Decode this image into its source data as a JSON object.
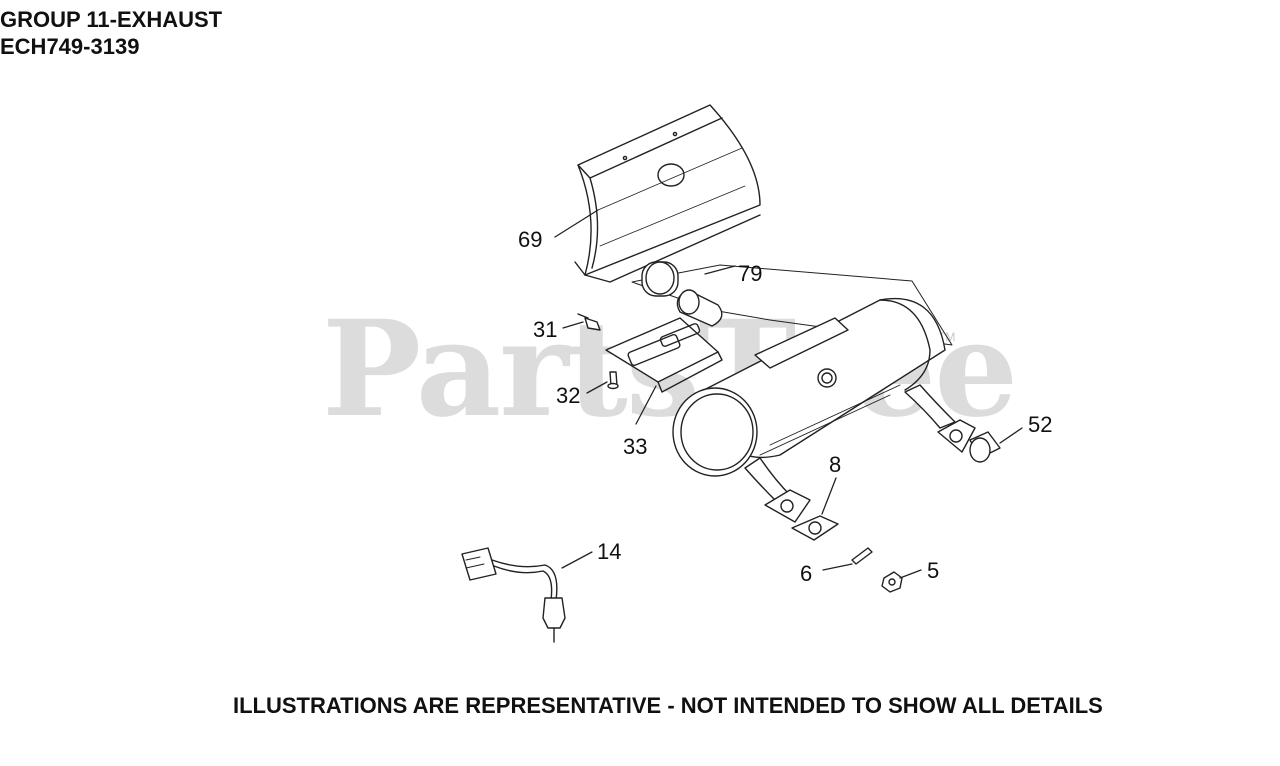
{
  "header": {
    "group_title": "GROUP 11-EXHAUST",
    "model_code": "ECH749-3139"
  },
  "watermark": {
    "text": "PartsTree",
    "trademark": "TM"
  },
  "callouts": {
    "c69": "69",
    "c79": "79",
    "c31": "31",
    "c32": "32",
    "c33": "33",
    "c52": "52",
    "c8": "8",
    "c14": "14",
    "c6": "6",
    "c5": "5"
  },
  "footer": {
    "disclaimer": "ILLUSTRATIONS ARE REPRESENTATIVE - NOT INTENDED TO SHOW ALL DETAILS"
  }
}
